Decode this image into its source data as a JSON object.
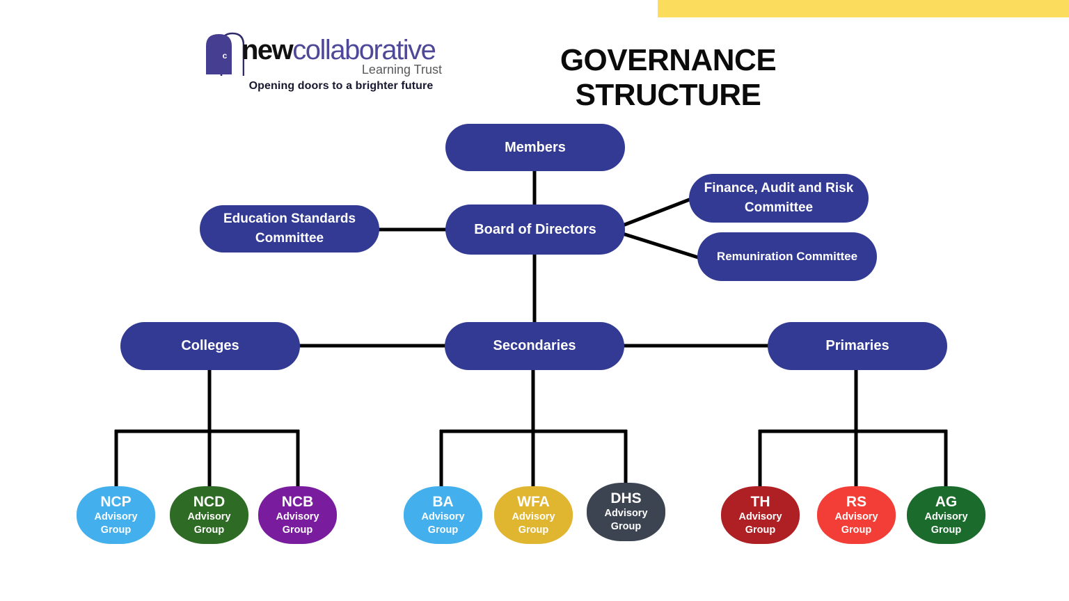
{
  "page": {
    "background": "#FFFFFF",
    "accent_bar_color": "#FCDC5C",
    "line_color": "#000000"
  },
  "header": {
    "title": "GOVERNANCE STRUCTURE",
    "logo": {
      "brand_bold": "new",
      "brand_light": "collaborative",
      "subtitle": "Learning Trust",
      "tagline": "Opening doors to a brighter future",
      "door_icon_color": "#453E91"
    }
  },
  "org": {
    "node_color": "#333A93",
    "members": {
      "label": "Members"
    },
    "board": {
      "label": "Board of Directors"
    },
    "education_standards": {
      "label": "Education Standards Committee"
    },
    "finance_audit_risk": {
      "label": "Finance, Audit and Risk Committee"
    },
    "remuneration": {
      "label": "Remuniration Committee"
    },
    "colleges": {
      "label": "Colleges"
    },
    "secondaries": {
      "label": "Secondaries"
    },
    "primaries": {
      "label": "Primaries"
    }
  },
  "advisory_groups": [
    {
      "acronym": "NCP",
      "label": "Advisory Group",
      "color": "#43AFEC",
      "parent": "Colleges"
    },
    {
      "acronym": "NCD",
      "label": "Advisory Group",
      "color": "#2E6B24",
      "parent": "Colleges"
    },
    {
      "acronym": "NCB",
      "label": "Advisory Group",
      "color": "#7A1C9E",
      "parent": "Colleges"
    },
    {
      "acronym": "BA",
      "label": "Advisory Group",
      "color": "#43AFEC",
      "parent": "Secondaries"
    },
    {
      "acronym": "WFA",
      "label": "Advisory Group",
      "color": "#E0B52F",
      "parent": "Secondaries"
    },
    {
      "acronym": "DHS",
      "label": "Advisory Group",
      "color": "#3C4452",
      "parent": "Secondaries"
    },
    {
      "acronym": "TH",
      "label": "Advisory Group",
      "color": "#AF2024",
      "parent": "Primaries"
    },
    {
      "acronym": "RS",
      "label": "Advisory Group",
      "color": "#F23E36",
      "parent": "Primaries"
    },
    {
      "acronym": "AG",
      "label": "Advisory Group",
      "color": "#1B6B2D",
      "parent": "Primaries"
    }
  ]
}
